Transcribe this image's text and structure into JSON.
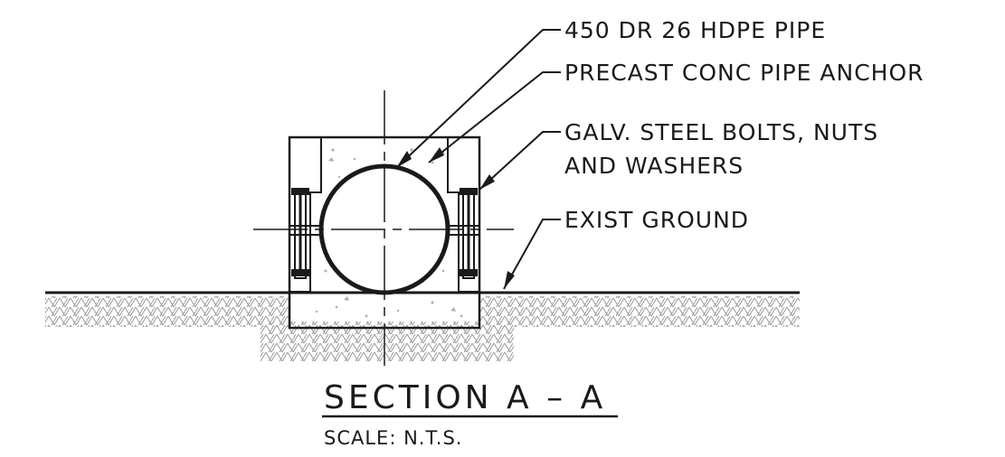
{
  "labels": {
    "pipe": "450 DR 26 HDPE PIPE",
    "anchor": "PRECAST CONC PIPE ANCHOR",
    "bolts_line1": "GALV. STEEL BOLTS, NUTS",
    "bolts_line2": "AND WASHERS",
    "ground": "EXIST GROUND"
  },
  "title": "SECTION A – A",
  "scale": "SCALE: N.T.S.",
  "colors": {
    "line": "#1a1a1a",
    "hatch": "#9a9a9a",
    "concrete_speckle": "#b0b0b0"
  }
}
